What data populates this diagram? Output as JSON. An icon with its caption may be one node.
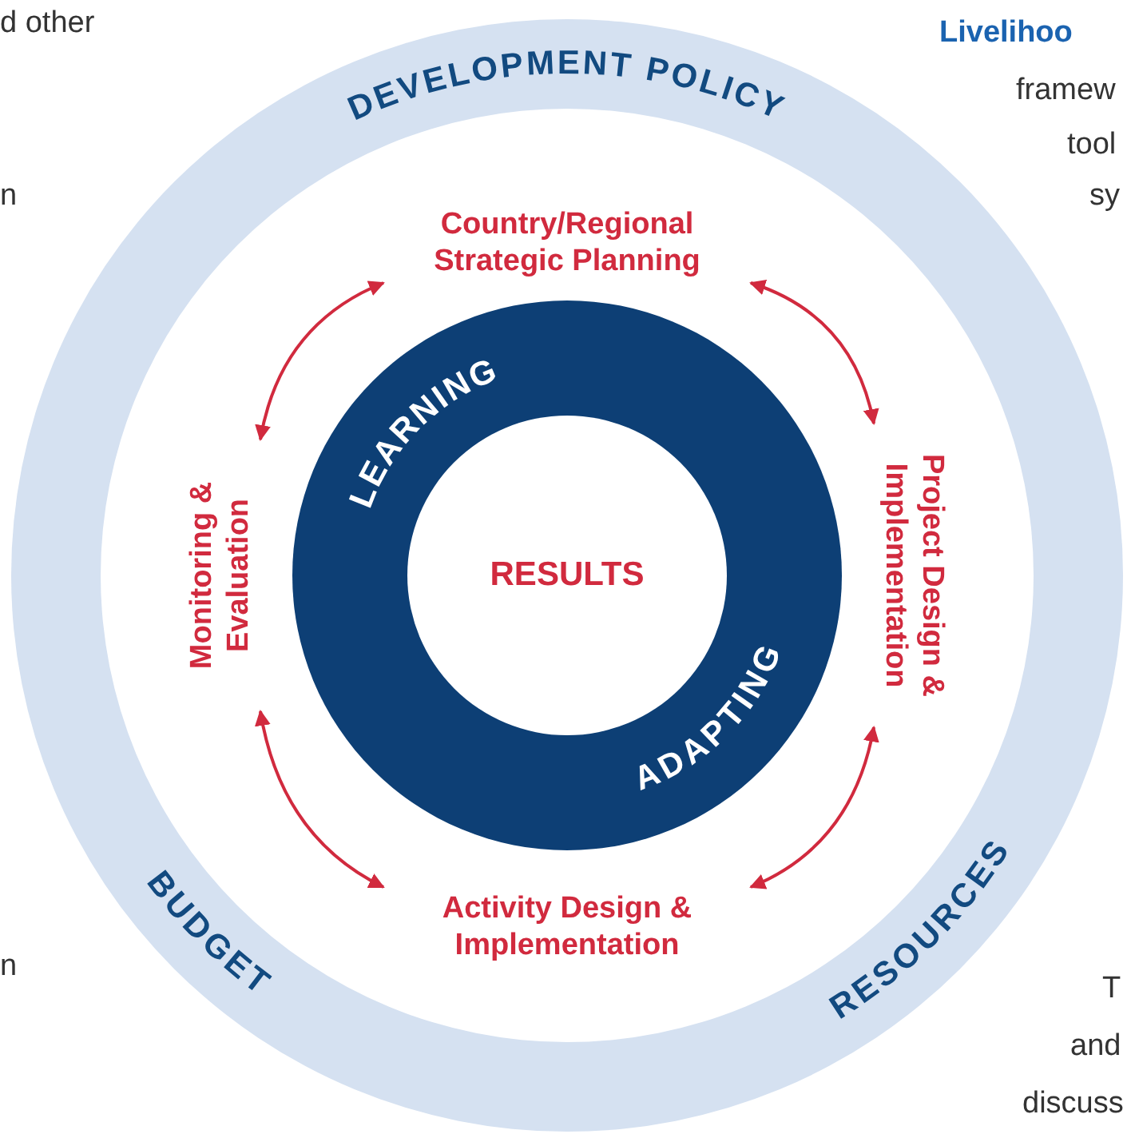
{
  "diagram": {
    "nodes": [
      {
        "text": [
          "DEVELOPMENT POLICY",
          "BUDGET",
          "RESOURCES"
        ]
      },
      {
        "text": [
          "Country/Regional Strategic Planning"
        ],
        "in": 0
      },
      {
        "text": [
          "Project Design & Implementation"
        ],
        "in": 0
      },
      {
        "text": [
          "Activity Design & Implementation"
        ],
        "in": 0
      },
      {
        "text": [
          "Monitoring & Evaluation"
        ],
        "in": 0
      },
      {
        "text": [
          "LEARNING",
          "ADAPTING"
        ],
        "in": 0
      },
      {
        "text": [
          "RESULTS"
        ],
        "in": 5
      }
    ],
    "edges": [
      {
        "from": 1,
        "to": 2,
        "arrow": "both"
      },
      {
        "from": 2,
        "to": 3,
        "arrow": "both"
      },
      {
        "from": 3,
        "to": 4,
        "arrow": "both"
      },
      {
        "from": 4,
        "to": 1,
        "arrow": "both"
      }
    ],
    "labels": [
      "d other",
      "Livelihoo",
      "framew",
      "n",
      "tool",
      "sy",
      "T",
      "n",
      "and",
      "discuss"
    ]
  }
}
